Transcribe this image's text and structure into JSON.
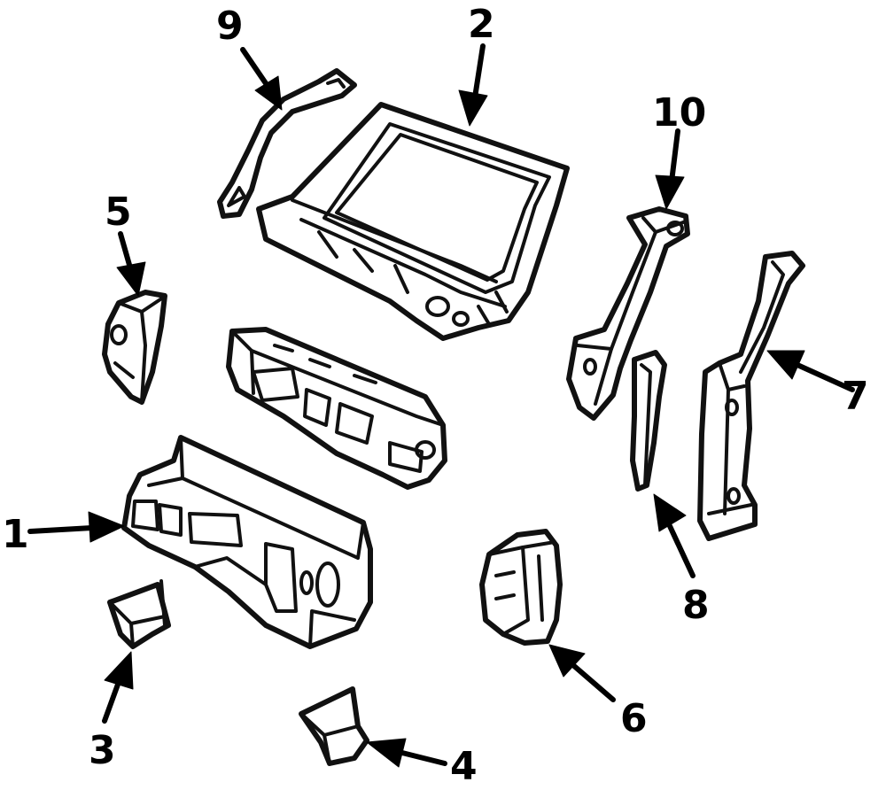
{
  "diagram": {
    "type": "exploded-parts-diagram",
    "callouts": [
      {
        "id": "1",
        "label": "1"
      },
      {
        "id": "2",
        "label": "2"
      },
      {
        "id": "3",
        "label": "3"
      },
      {
        "id": "4",
        "label": "4"
      },
      {
        "id": "5",
        "label": "5"
      },
      {
        "id": "6",
        "label": "6"
      },
      {
        "id": "7",
        "label": "7"
      },
      {
        "id": "8",
        "label": "8"
      },
      {
        "id": "9",
        "label": "9"
      },
      {
        "id": "10",
        "label": "10"
      }
    ],
    "colors": {
      "line": "#111111",
      "background": "#ffffff"
    }
  }
}
